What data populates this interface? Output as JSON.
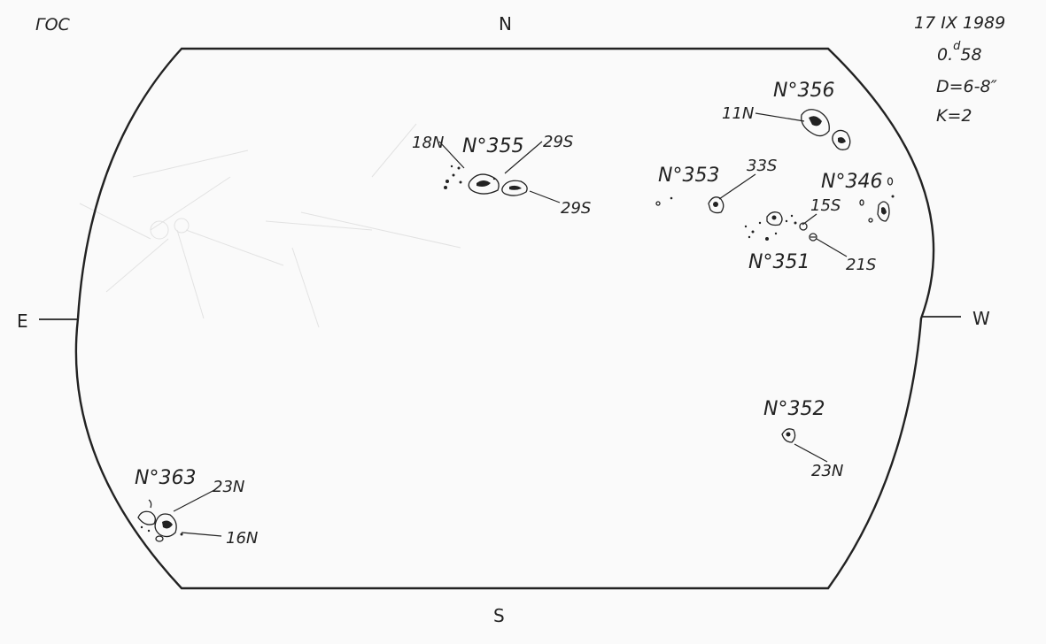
{
  "header": {
    "observatory": "ГОС",
    "date": "17 IX 1989",
    "time_main": "0.",
    "time_sup": "d",
    "time_rest": "58",
    "diameter": "D=6-8″",
    "k_value": "K=2"
  },
  "directions": {
    "north": "N",
    "south": "S",
    "east": "E",
    "west": "W"
  },
  "groups": {
    "g355": {
      "name": "N°355",
      "lat_left": "18N",
      "lat_right_top": "29S",
      "lat_right_bottom": "29S"
    },
    "g356": {
      "name": "N°356",
      "lat": "11N"
    },
    "g353": {
      "name": "N°353",
      "lat": "33S"
    },
    "g346": {
      "name": "N°346"
    },
    "g351": {
      "name": "N°351",
      "lat_top": "15S",
      "lat_bottom": "21S"
    },
    "g352": {
      "name": "N°352",
      "lat": "23N"
    },
    "g363": {
      "name": "N°363",
      "lat_top": "23N",
      "lat_bottom": "16N"
    }
  },
  "colors": {
    "ink": "#222222",
    "paper": "#fafafa",
    "bleed_through": "#d2d2d2"
  }
}
